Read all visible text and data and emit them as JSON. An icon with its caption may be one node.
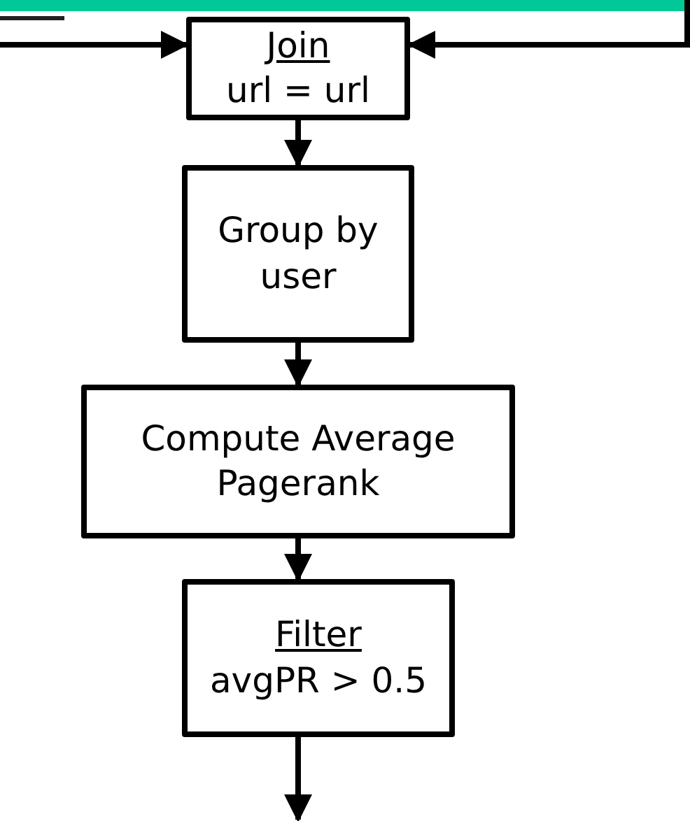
{
  "diagram": {
    "nodes": [
      {
        "text": [
          "Join",
          "url = url"
        ]
      },
      {
        "text": [
          "Group by user"
        ]
      },
      {
        "text": [
          "Compute Average Pagerank"
        ]
      },
      {
        "text": [
          "Filter",
          "avgPR > 0.5"
        ]
      }
    ],
    "edges": [
      {
        "from": null,
        "to": 0,
        "arrow": "to"
      },
      {
        "from": null,
        "to": 0,
        "arrow": "to"
      },
      {
        "from": 0,
        "to": 1,
        "arrow": "to"
      },
      {
        "from": 1,
        "to": 2,
        "arrow": "to"
      },
      {
        "from": 2,
        "to": 3,
        "arrow": "to"
      },
      {
        "from": 3,
        "to": null,
        "arrow": "to"
      }
    ]
  }
}
